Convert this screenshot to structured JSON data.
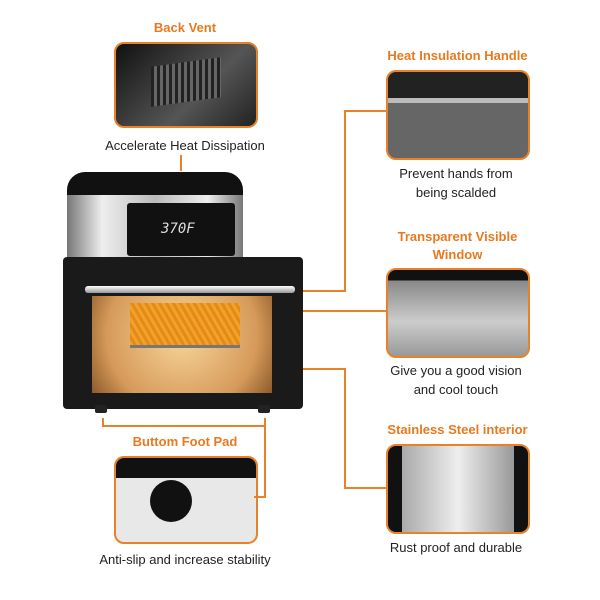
{
  "features": {
    "back_vent": {
      "title": "Back Vent",
      "caption": "Accelerate Heat Dissipation"
    },
    "handle": {
      "title": "Heat Insulation Handle",
      "caption_line1": "Prevent hands from",
      "caption_line2": "being scalded"
    },
    "window": {
      "title_line1": "Transparent Visible",
      "title_line2": "Window",
      "caption_line1": "Give you a good vision",
      "caption_line2": "and cool touch"
    },
    "interior": {
      "title": "Stainless Steel interior",
      "caption": "Rust proof and durable"
    },
    "foot_pad": {
      "title": "Buttom Foot Pad",
      "caption": "Anti-slip and increase stability"
    }
  },
  "display": {
    "temperature": "370F"
  },
  "colors": {
    "accent": "#e8822a"
  }
}
